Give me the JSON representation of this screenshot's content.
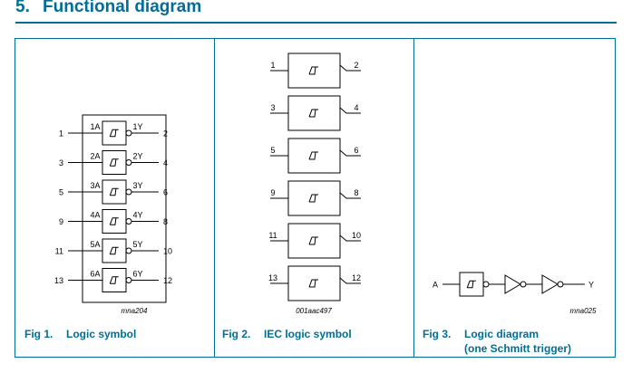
{
  "section": {
    "number": "5.",
    "title": "Functional diagram"
  },
  "colors": {
    "accent": "#006e96",
    "line": "#000000",
    "box_fill": "#ffffff"
  },
  "figures": [
    {
      "fig": "Fig 1.",
      "title": "Logic symbol",
      "code": "mna204",
      "gates": [
        {
          "in_pin": "1",
          "in_label": "1A",
          "out_label": "1Y",
          "out_pin": "2"
        },
        {
          "in_pin": "3",
          "in_label": "2A",
          "out_label": "2Y",
          "out_pin": "4"
        },
        {
          "in_pin": "5",
          "in_label": "3A",
          "out_label": "3Y",
          "out_pin": "6"
        },
        {
          "in_pin": "9",
          "in_label": "4A",
          "out_label": "4Y",
          "out_pin": "8"
        },
        {
          "in_pin": "11",
          "in_label": "5A",
          "out_label": "5Y",
          "out_pin": "10"
        },
        {
          "in_pin": "13",
          "in_label": "6A",
          "out_label": "6Y",
          "out_pin": "12"
        }
      ]
    },
    {
      "fig": "Fig 2.",
      "title": "IEC logic symbol",
      "code": "001aac497",
      "gates": [
        {
          "in_pin": "1",
          "out_pin": "2"
        },
        {
          "in_pin": "3",
          "out_pin": "4"
        },
        {
          "in_pin": "5",
          "out_pin": "6"
        },
        {
          "in_pin": "9",
          "out_pin": "8"
        },
        {
          "in_pin": "11",
          "out_pin": "10"
        },
        {
          "in_pin": "13",
          "out_pin": "12"
        }
      ]
    },
    {
      "fig": "Fig 3.",
      "title": "Logic diagram",
      "title_line2": "(one Schmitt trigger)",
      "code": "mna025",
      "input_label": "A",
      "output_label": "Y"
    }
  ]
}
